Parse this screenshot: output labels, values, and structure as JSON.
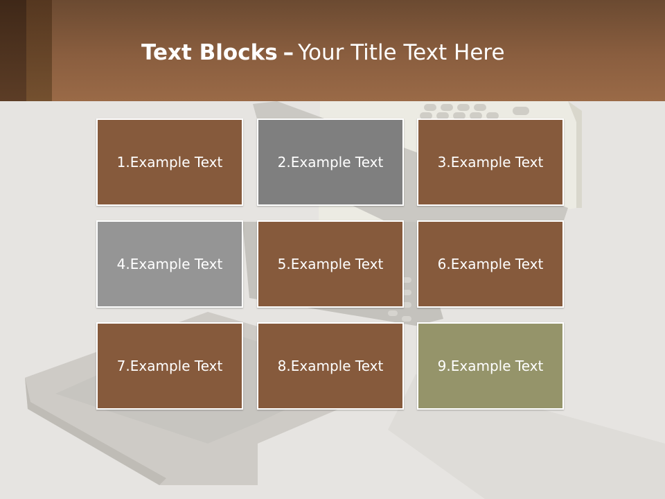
{
  "slide": {
    "title_bold": "Text Blocks",
    "title_dash": "–",
    "title_rest": "Your Title Text Here"
  },
  "colors": {
    "brown_block": "#865a3c",
    "gray_dark_block": "#7f7f7f",
    "gray_light_block": "#959595",
    "olive_block": "#95946a",
    "header": "#8a5e3f",
    "background": "#e6e4e1"
  },
  "blocks": [
    {
      "label": "1.Example Text",
      "color": "#865a3c"
    },
    {
      "label": "2.Example Text",
      "color": "#7f7f7f"
    },
    {
      "label": "3.Example Text",
      "color": "#865a3c"
    },
    {
      "label": "4.Example Text",
      "color": "#959595"
    },
    {
      "label": "5.Example Text",
      "color": "#865a3c"
    },
    {
      "label": "6.Example Text",
      "color": "#865a3c"
    },
    {
      "label": "7.Example Text",
      "color": "#865a3c"
    },
    {
      "label": "8.Example Text",
      "color": "#865a3c"
    },
    {
      "label": "9.Example Text",
      "color": "#95946a"
    }
  ]
}
